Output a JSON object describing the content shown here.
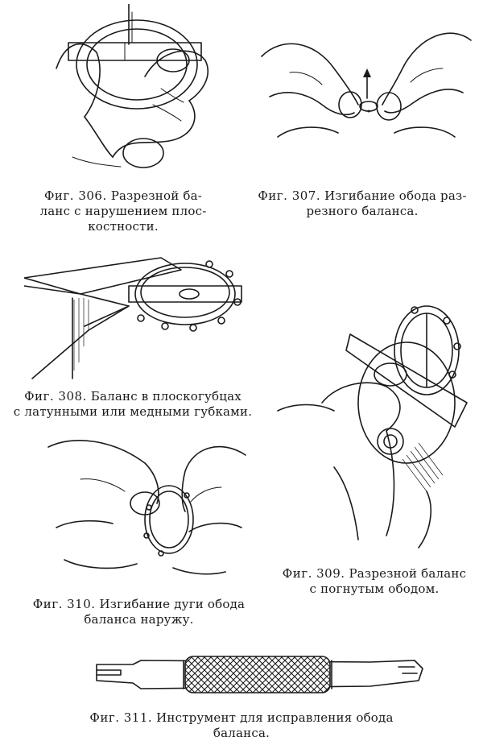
{
  "figures": [
    {
      "id": "306",
      "label": "Фиг. 306.",
      "lines": [
        "Разрезной ба-",
        "ланс с нарушением плос-",
        "костности."
      ]
    },
    {
      "id": "307",
      "label": "Фиг. 307.",
      "lines": [
        "Изгибание обода раз-",
        "резного баланса."
      ]
    },
    {
      "id": "308",
      "label": "Фиг. 308.",
      "lines": [
        "Баланс в плоскогубцах",
        "с латунными или медными губками."
      ]
    },
    {
      "id": "309",
      "label": "Фиг. 309.",
      "lines": [
        "Разрезной баланс",
        "с погнутым ободом."
      ]
    },
    {
      "id": "310",
      "label": "Фиг. 310.",
      "lines": [
        "Изгибание дуги обода",
        "баланса наружу."
      ]
    },
    {
      "id": "311",
      "label": "Фиг. 311.",
      "lines": [
        "Инструмент для исправления обода",
        "баланса."
      ]
    }
  ]
}
